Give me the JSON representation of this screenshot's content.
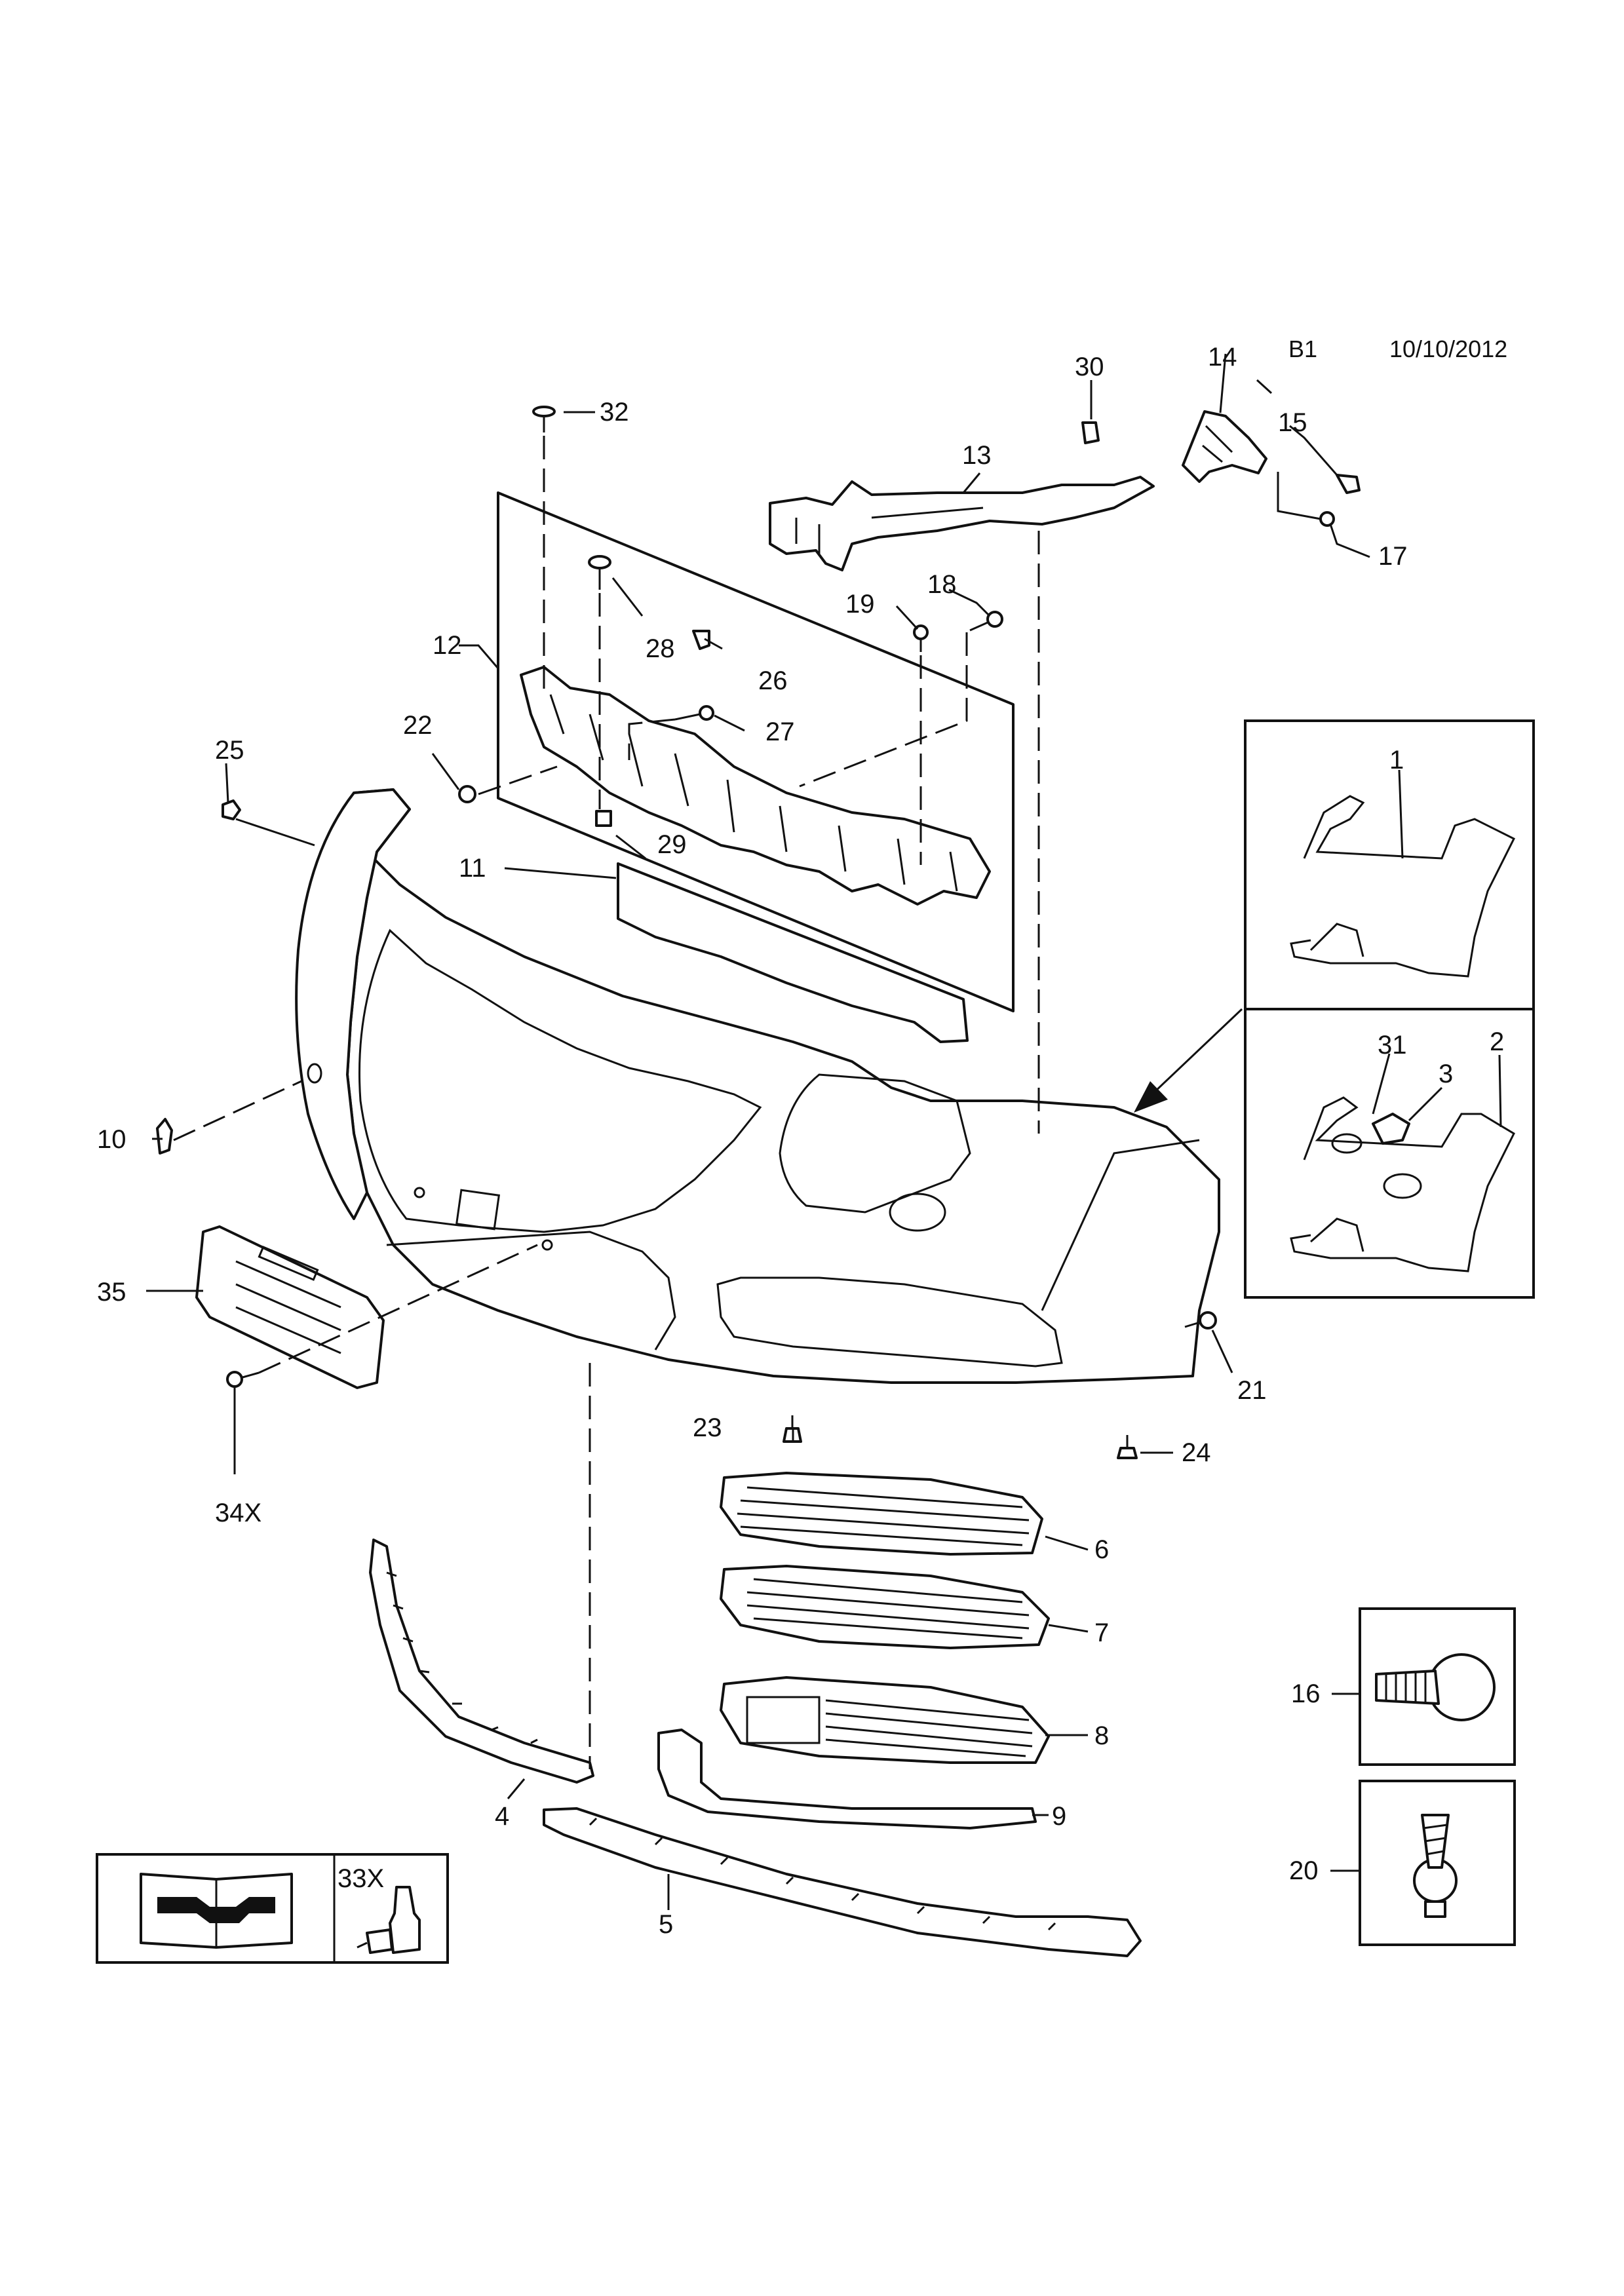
{
  "header": {
    "code": "B1",
    "date": "10/10/2012"
  },
  "callouts": {
    "p1": "1",
    "p2": "2",
    "p3": "3",
    "p4": "4",
    "p5": "5",
    "p6": "6",
    "p7": "7",
    "p8": "8",
    "p9": "9",
    "p10": "10",
    "p11": "11",
    "p12": "12",
    "p13": "13",
    "p14": "14",
    "p15": "15",
    "p16": "16",
    "p17": "17",
    "p18": "18",
    "p19": "19",
    "p20": "20",
    "p21": "21",
    "p22": "22",
    "p23": "23",
    "p24": "24",
    "p25": "25",
    "p26": "26",
    "p27": "27",
    "p28": "28",
    "p29": "29",
    "p30": "30",
    "p31": "31",
    "p32": "32",
    "p33x": "33X",
    "p34x": "34X",
    "p35": "35"
  }
}
